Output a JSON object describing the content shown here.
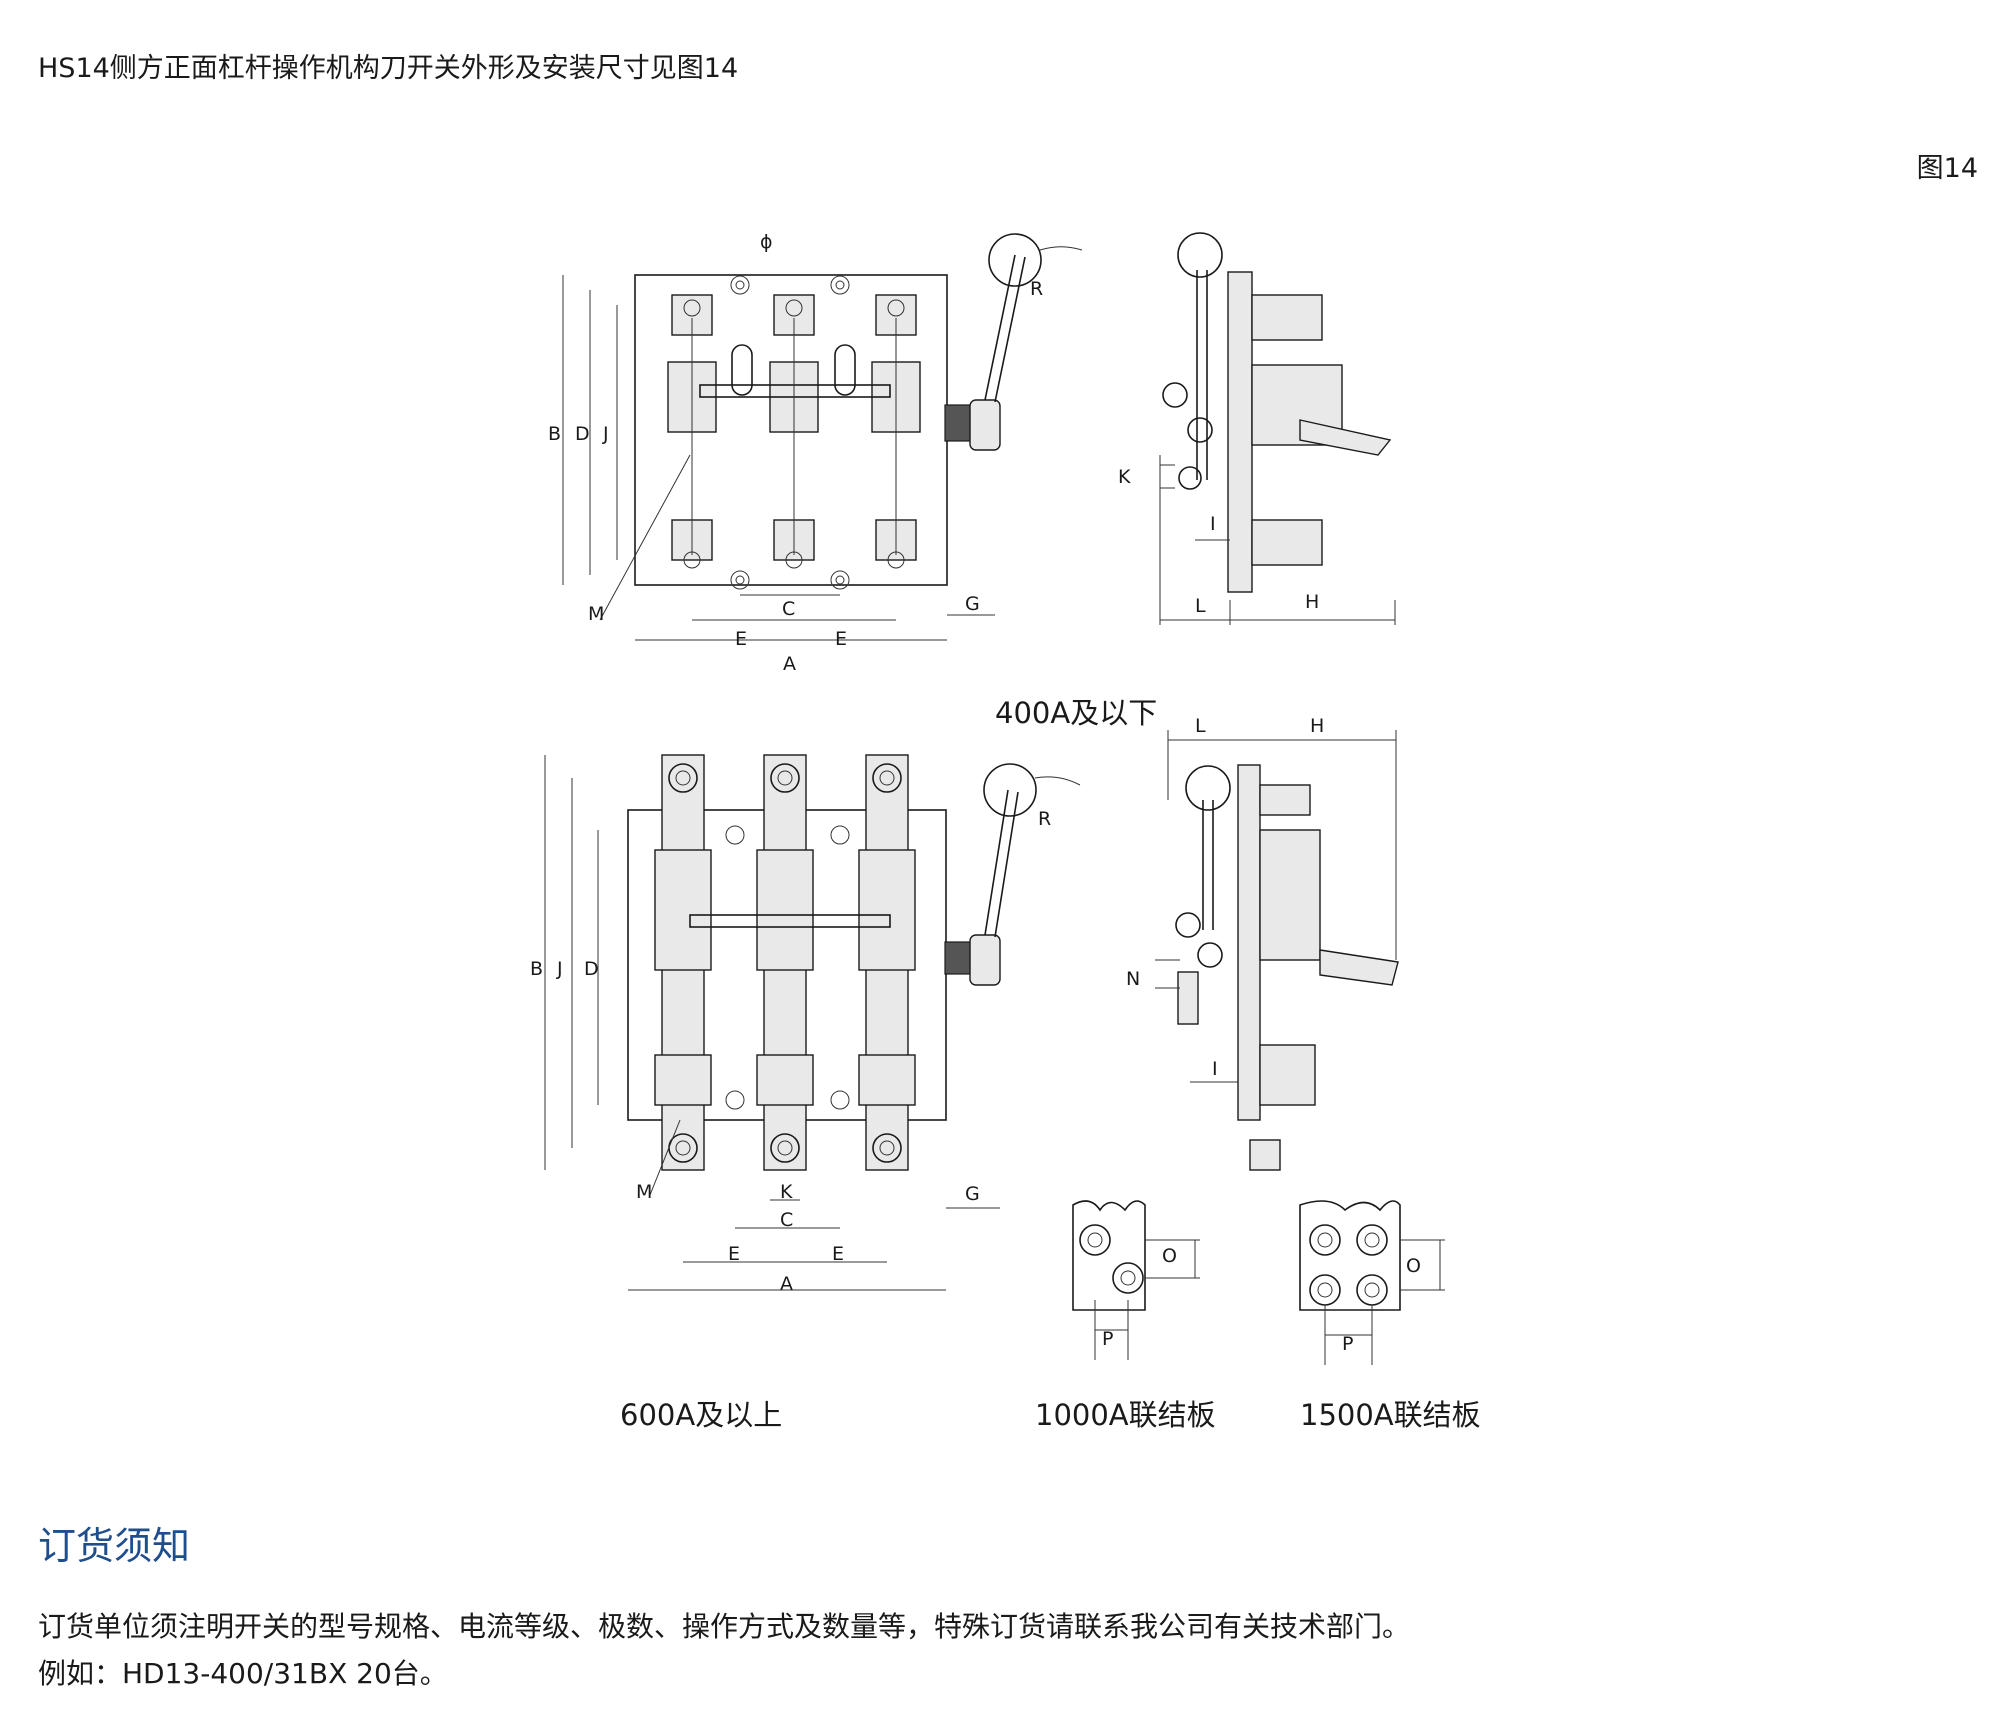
{
  "heading": "HS14侧方正面杠杆操作机构刀开关外形及安装尺寸见图14",
  "figure_number": "图14",
  "captions": {
    "upper": "400A及以下",
    "lower_main": "600A及以上",
    "plate_1000": "1000A联结板",
    "plate_1500": "1500A联结板"
  },
  "dims": {
    "A": "A",
    "B": "B",
    "C": "C",
    "D": "D",
    "E": "E",
    "G": "G",
    "H": "H",
    "I": "I",
    "J": "J",
    "K": "K",
    "L": "L",
    "M": "M",
    "N": "N",
    "O": "O",
    "P": "P",
    "R": "R",
    "phi": "ϕ"
  },
  "ordering": {
    "title": "订货须知",
    "text": "订货单位须注明开关的型号规格、电流等级、极数、操作方式及数量等，特殊订货请联系我公司有关技术部门。",
    "example": "例如：HD13-400/31BX  20台。"
  }
}
